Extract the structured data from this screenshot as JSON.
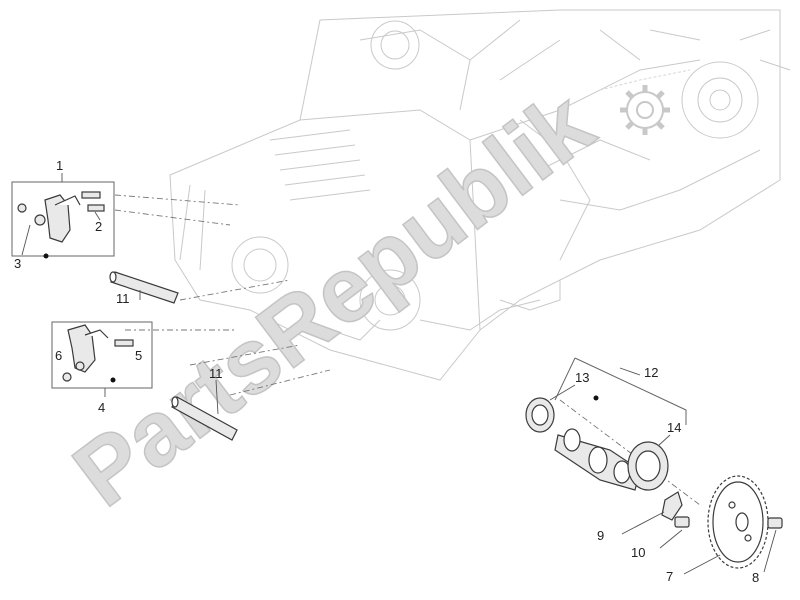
{
  "watermark": "PartsRepublik",
  "callouts": {
    "c1": "1",
    "c2": "2",
    "c3": "3",
    "c4": "4",
    "c5": "5",
    "c6": "6",
    "c7": "7",
    "c8": "8",
    "c9": "9",
    "c10": "10",
    "c11a": "11",
    "c11b": "11",
    "c12": "12",
    "c13": "13",
    "c14": "14"
  },
  "colors": {
    "line": "#3a3a3a",
    "ghost": "#c9c9c9",
    "watermark": "#dcdcdc"
  }
}
